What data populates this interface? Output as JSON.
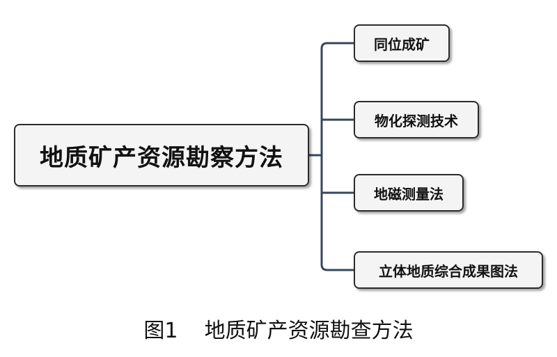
{
  "diagram": {
    "root": {
      "label": "地质矿产资源勘察方法"
    },
    "children": [
      {
        "label": "同位成矿"
      },
      {
        "label": "物化探测技术"
      },
      {
        "label": "地磁测量法"
      },
      {
        "label": "立体地质综合成果图法"
      }
    ],
    "connector_color": "#34475c"
  },
  "caption": {
    "figure_label": "图1",
    "title": "地质矿产资源勘查方法"
  }
}
